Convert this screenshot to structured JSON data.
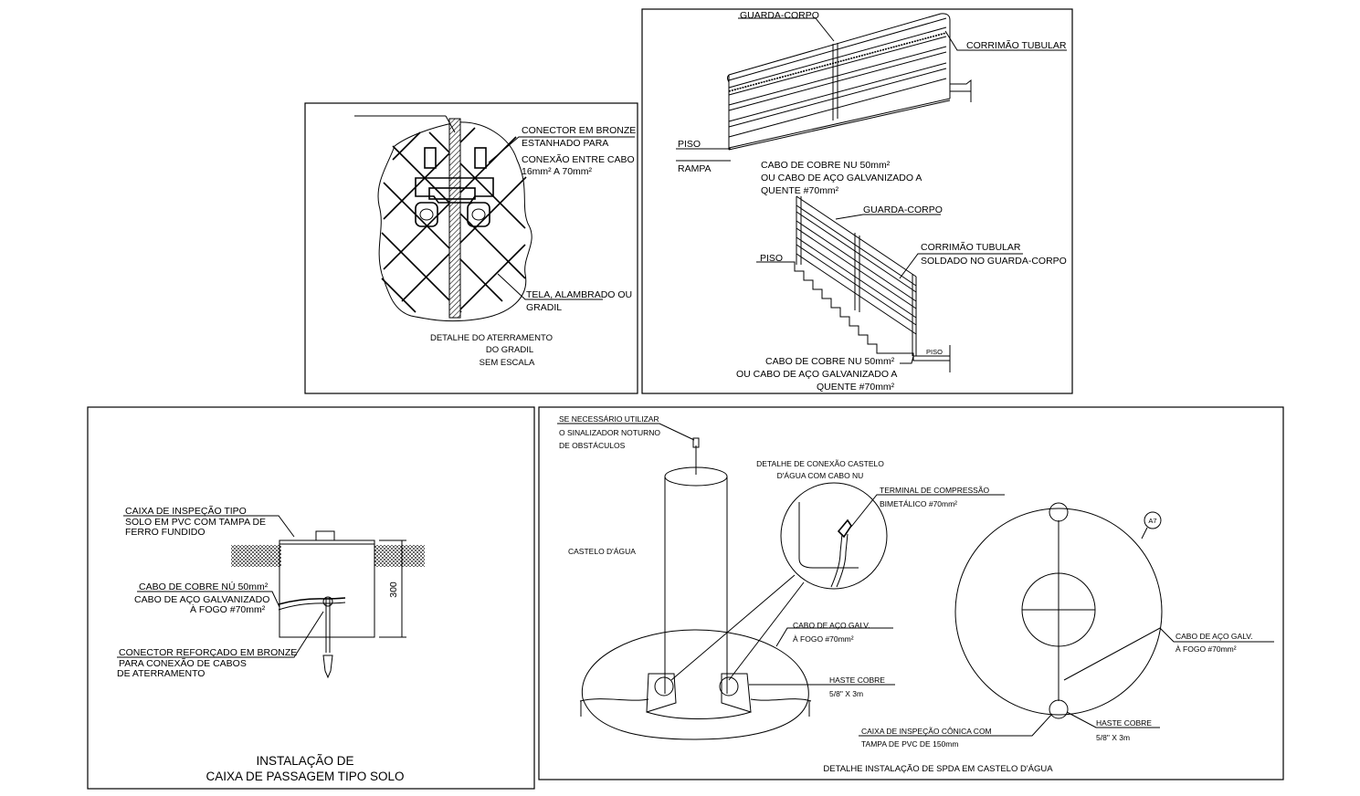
{
  "detail_gradil": {
    "connector_label": [
      "CONECTOR EM BRONZE",
      "ESTANHADO PARA",
      "CONEXÃO ENTRE CABO",
      "16mm² A 70mm²"
    ],
    "mesh_label": [
      "TELA, ALAMBRADO OU",
      "GRADIL"
    ],
    "caption": [
      "DETALHE DO ATERRAMENTO",
      "DO GRADIL",
      "SEM ESCALA"
    ]
  },
  "detail_guardrail": {
    "guarda_corpo_1": "GUARDA-CORPO",
    "corrimao_1": "CORRIMÃO TUBULAR",
    "piso_1": "PISO",
    "rampa": "RAMPA",
    "cabo_1": [
      "CABO DE COBRE NU  50mm²",
      "OU CABO DE AÇO GALVANIZADO A",
      "QUENTE #70mm²"
    ],
    "guarda_corpo_2": "GUARDA-CORPO",
    "corrimao_2": [
      "CORRIMÃO TUBULAR",
      "SOLDADO NO GUARDA-CORPO"
    ],
    "piso_2": "PISO",
    "piso_3": "PISO",
    "cabo_2": [
      "CABO DE COBRE NU  50mm²",
      "OU CABO DE AÇO GALVANIZADO A",
      "QUENTE #70mm²"
    ]
  },
  "detail_caixa": {
    "inspection_box": [
      "CAIXA DE INSPEÇÃO TIPO",
      "SOLO EM PVC COM  TAMPA DE",
      "FERRO FUNDIDO"
    ],
    "cable": [
      "CABO DE COBRE NÚ 50mm²",
      "CABO DE AÇO GALVANIZADO",
      "À FOGO #70mm²"
    ],
    "connector": [
      "CONECTOR REFORÇADO EM BRONZE",
      "PARA CONEXÃO DE CABOS",
      "DE ATERRAMENTO"
    ],
    "dimension": "300",
    "title": [
      "INSTALAÇÃO DE",
      "CAIXA DE PASSAGEM TIPO SOLO"
    ]
  },
  "detail_castelo": {
    "sinalizador": [
      "SE NECESSÁRIO UTILIZAR",
      "O SINALIZADOR NOTURNO",
      "DE OBSTÁCULOS"
    ],
    "conexao_title": [
      "DETALHE DE CONEXÃO CASTELO",
      "D'ÁGUA COM CABO NU"
    ],
    "terminal": [
      "TERMINAL DE COMPRESSÃO",
      "BIMETÁLICO #70mm²"
    ],
    "castelo": "CASTELO D'ÁGUA",
    "cabo_aco_1": [
      "CABO DE AÇO GALV.",
      "À FOGO #70mm²"
    ],
    "haste_1": [
      "HASTE COBRE",
      "5/8\" X 3m"
    ],
    "marker": "A7",
    "cabo_aco_2": [
      "CABO DE AÇO GALV.",
      "À FOGO #70mm²"
    ],
    "haste_2": [
      "HASTE COBRE",
      "5/8\" X 3m"
    ],
    "caixa_conica": [
      "CAIXA DE INSPEÇÃO CÔNICA COM",
      "TAMPA DE PVC DE 150mm"
    ],
    "title": "DETALHE INSTALAÇÃO DE SPDA EM CASTELO D'ÁGUA"
  }
}
